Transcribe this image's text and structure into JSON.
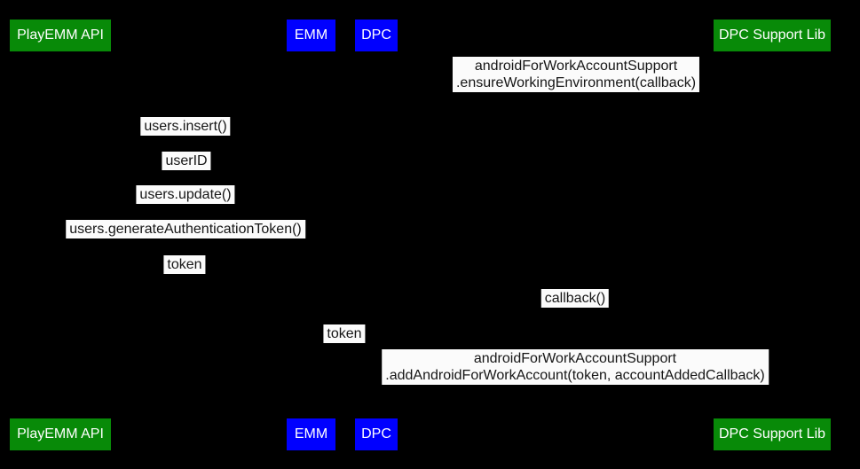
{
  "colors": {
    "background": "#000000",
    "actor_green": "#088a08",
    "actor_blue": "#0000ff",
    "message_label_bg": "#fbfbfb",
    "message_label_text": "#161616",
    "actor_text": "#ffffff"
  },
  "actors": [
    {
      "label": "PlayEMM API"
    },
    {
      "label": "EMM"
    },
    {
      "label": "DPC"
    },
    {
      "label": "DPC Support Lib"
    }
  ],
  "messages": [
    {
      "text": "androidForWorkAccountSupport\n.ensureWorkingEnvironment(callback)"
    },
    {
      "text": "users.insert()"
    },
    {
      "text": "userID"
    },
    {
      "text": "users.update()"
    },
    {
      "text": "users.generateAuthenticationToken()"
    },
    {
      "text": "token"
    },
    {
      "text": "callback()"
    },
    {
      "text": "token"
    },
    {
      "text": "androidForWorkAccountSupport\n.addAndroidForWorkAccount(token, accountAddedCallback)"
    }
  ]
}
